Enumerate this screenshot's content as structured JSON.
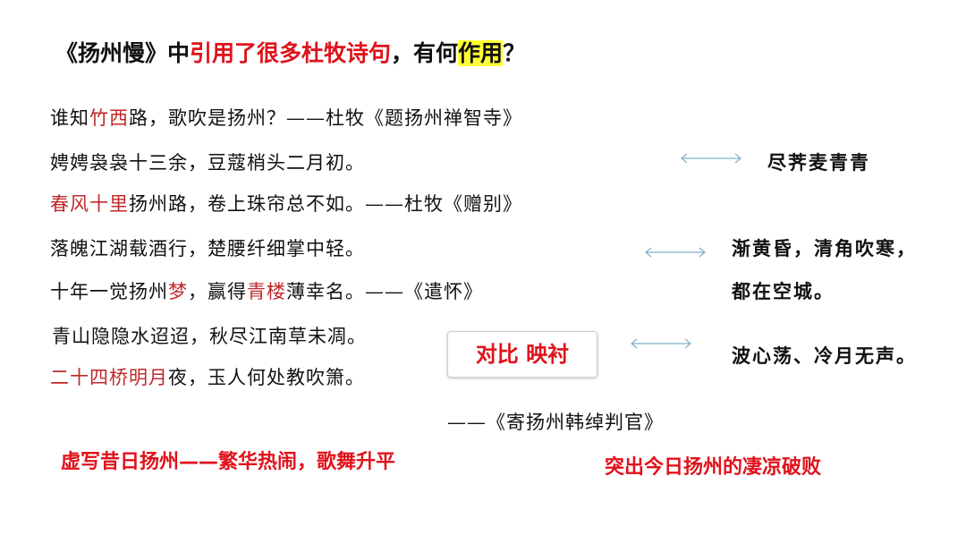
{
  "title": {
    "part1": "《扬州慢》中",
    "part2": "引用了很多杜牧诗句",
    "part3": "，有何",
    "part4": "作用",
    "part5": "？"
  },
  "poem": {
    "line1": {
      "a": "谁知",
      "b": "竹西",
      "c": "路，歌吹是扬州？——杜牧《题扬州禅智寺》"
    },
    "line2": {
      "a": "娉娉袅袅十三余，豆蔻梢头二月初。"
    },
    "line3": {
      "a": "春风十里",
      "b": "扬州路，卷上珠帘总不如。——杜牧《赠别》"
    },
    "line4": {
      "a": "落魄江湖载酒行，楚腰纤细掌中轻。"
    },
    "line5": {
      "a": "十年一觉扬州",
      "b": "梦",
      "c": "，赢得",
      "d": "青楼",
      "e": "薄幸名。——《遣怀》"
    },
    "line6": {
      "a": "青山隐隐水迢迢，秋尽江南草未凋。"
    },
    "line7": {
      "a": "二十四桥明月",
      "b": "夜，玉人何处教吹箫。"
    },
    "line8": {
      "a": "——《寄扬州韩绰判官》"
    }
  },
  "right": {
    "r1": "尽荠麦青青",
    "r2a": "渐黄昏，清角吹寒，",
    "r2b": "都在空城。",
    "r3": "波心荡、冷月无声。"
  },
  "badge": "对比  映衬",
  "bottom": {
    "left": "虚写昔日扬州——繁华热闹，歌舞升平",
    "right": "突出今日扬州的凄凉破败"
  },
  "colors": {
    "accent_red": "#e0121b",
    "dark_red": "#c0282a",
    "highlight": "#ffff33",
    "arrow": "#7fb0c8"
  }
}
